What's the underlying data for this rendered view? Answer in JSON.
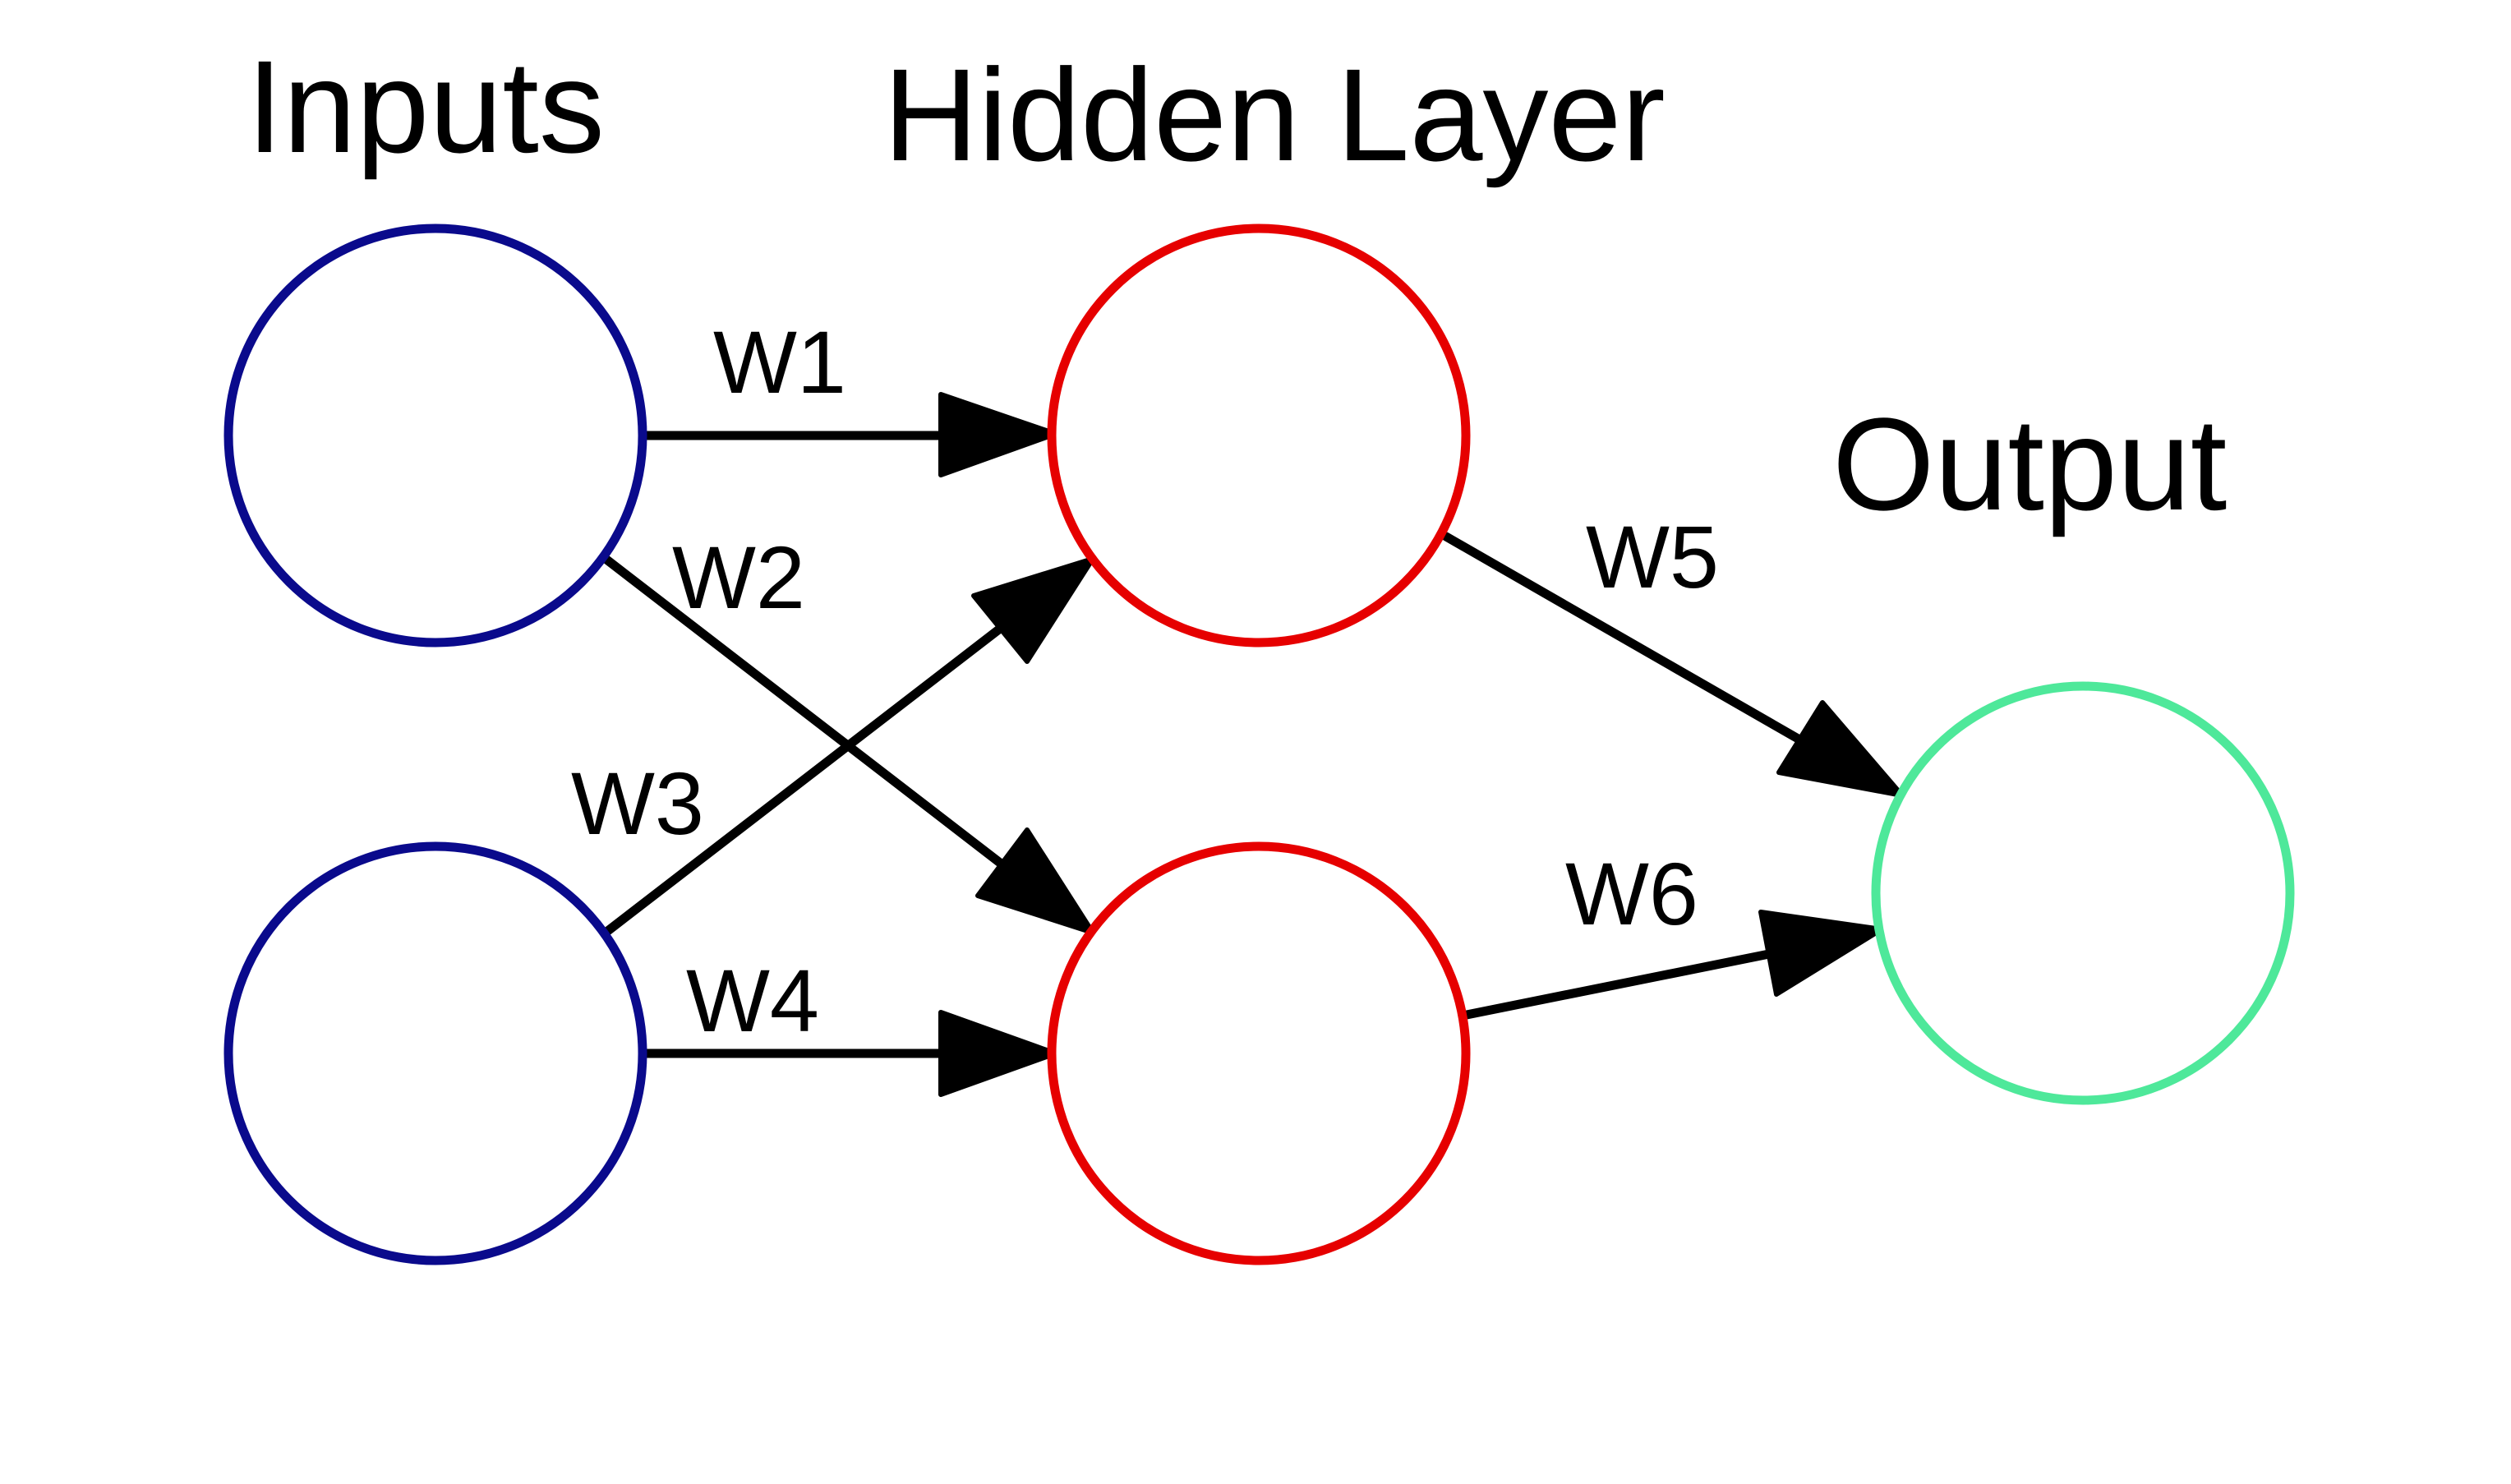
{
  "headings": {
    "inputs": "Inputs",
    "hidden": "Hidden Layer",
    "output": "Output"
  },
  "weights": {
    "w1": "W1",
    "w2": "W2",
    "w3": "W3",
    "w4": "W4",
    "w5": "W5",
    "w6": "W6"
  },
  "colors": {
    "input_node": "#0a0a8c",
    "hidden_node": "#e60000",
    "output_node": "#4ee89a",
    "edge": "#000000"
  }
}
